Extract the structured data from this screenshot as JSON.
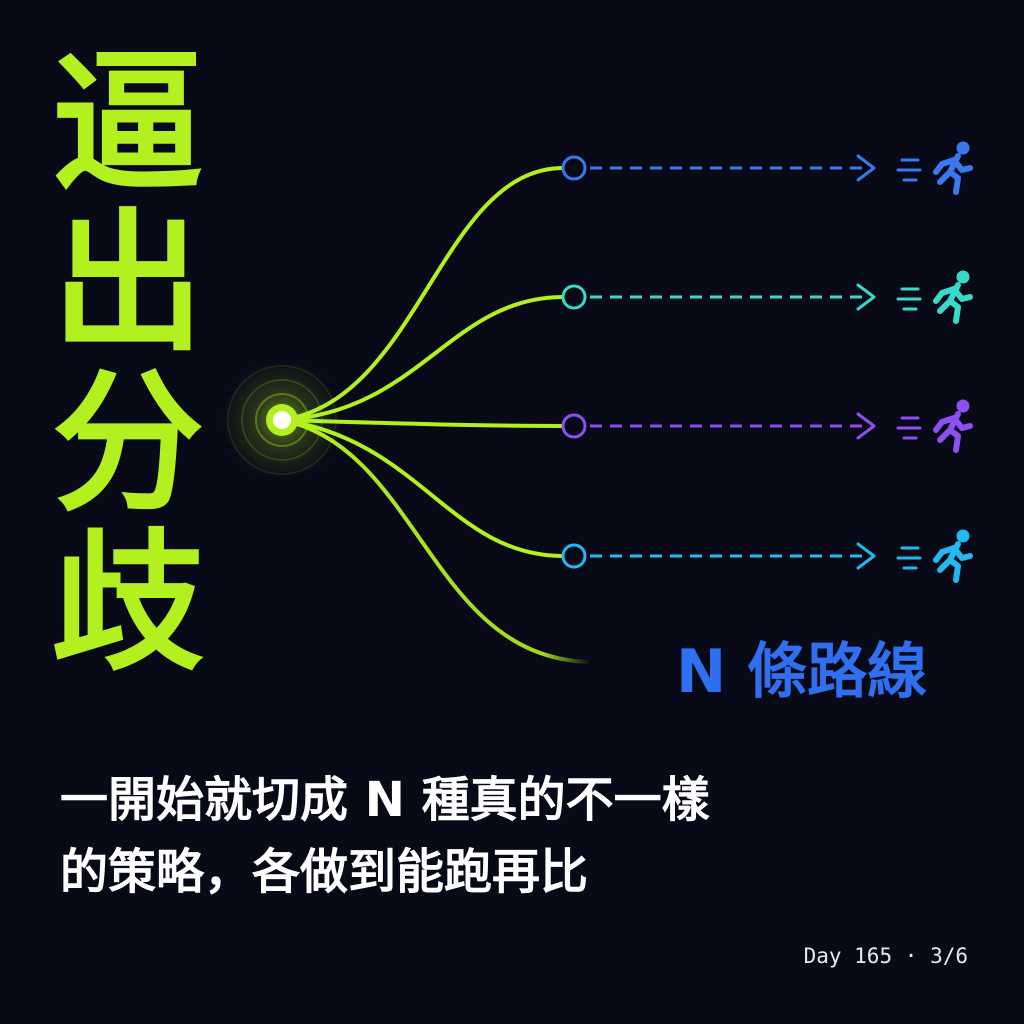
{
  "title": {
    "chars": [
      "逼",
      "出",
      "分",
      "歧"
    ]
  },
  "colors": {
    "background": "#080a18",
    "accent": "#b3f01f",
    "label": "#2f6ff0",
    "routes": [
      "#3a78f0",
      "#38d9c8",
      "#8d4ff0",
      "#24b8f0"
    ]
  },
  "diagram": {
    "route_count_shown": 4,
    "route_icon": "runner-icon",
    "origin_icon": "glowing-node-icon",
    "route_label": "N 條路線"
  },
  "caption": {
    "line1": "一開始就切成 N 種真的不一樣",
    "line2": "的策略，各做到能跑再比"
  },
  "footer": {
    "day_label": "Day 165",
    "page": "3/6"
  }
}
